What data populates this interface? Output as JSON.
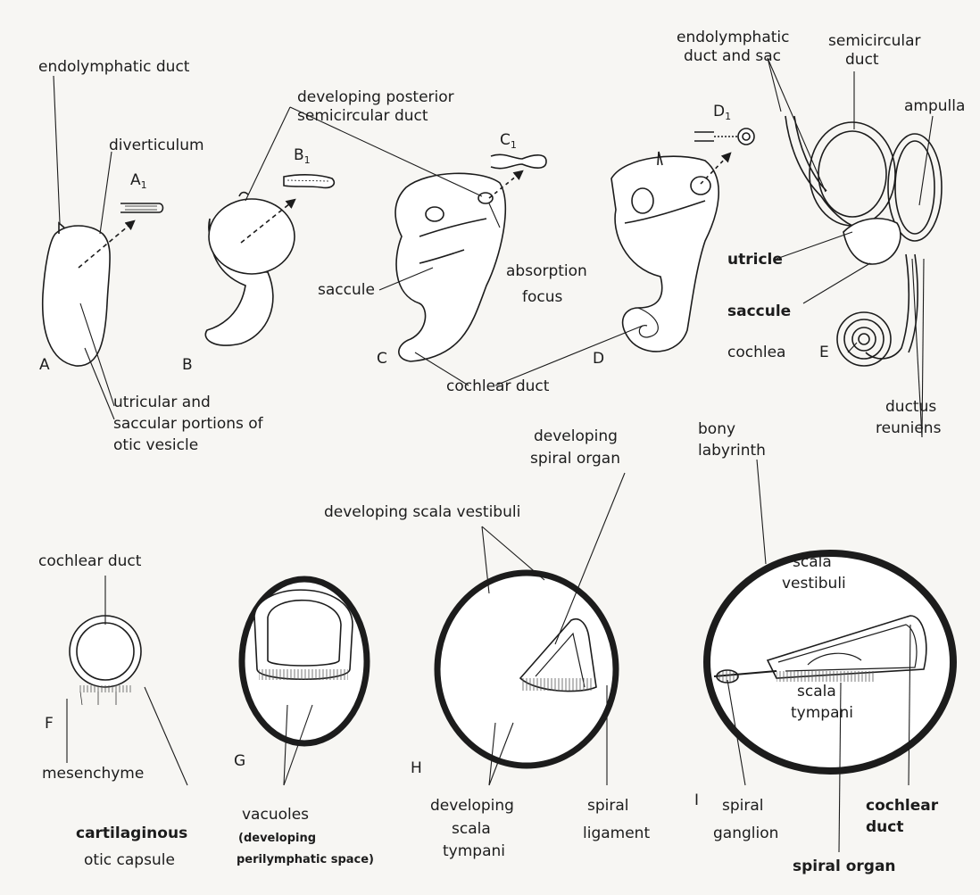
{
  "panels": {
    "A": "A",
    "A1": "A",
    "B": "B",
    "B1": "B",
    "C": "C",
    "C1": "C",
    "D": "D",
    "D1": "D",
    "E": "E",
    "F": "F",
    "G": "G",
    "H": "H",
    "I": "I",
    "sub1": "1"
  },
  "labels": {
    "endolymphatic_duct": "endolymphatic duct",
    "diverticulum": "diverticulum",
    "developing_posterior_1": "developing posterior",
    "developing_posterior_2": "semicircular duct",
    "endolymphatic_sac_1": "endolymphatic",
    "endolymphatic_sac_2": "duct and sac",
    "semicircular_duct_1": "semicircular",
    "semicircular_duct_2": "duct",
    "ampulla": "ampulla",
    "saccule_c": "saccule",
    "absorption_1": "absorption",
    "absorption_2": "focus",
    "utricle": "utricle",
    "saccule_e": "saccule",
    "cochlea": "cochlea",
    "cochlear_duct_cd": "cochlear duct",
    "utricular_1": "utricular and",
    "utricular_2": "saccular portions of",
    "utricular_3": "otic vesicle",
    "ductus_1": "ductus",
    "ductus_2": "reuniens",
    "developing_spiral_1": "developing",
    "developing_spiral_2": "spiral organ",
    "bony_1": "bony",
    "bony_2": "labyrinth",
    "scala_vestibuli_dev": "developing scala vestibuli",
    "cochlear_duct_f": "cochlear duct",
    "scala_vestibuli_1": "scala",
    "scala_vestibuli_2": "vestibuli",
    "scala_tympani_1": "scala",
    "scala_tympani_2": "tympani",
    "mesenchyme": "mesenchyme",
    "cartilaginous_1": "cartilaginous",
    "cartilaginous_2": "otic capsule",
    "vacuoles_1": "vacuoles",
    "vacuoles_2": "(developing",
    "vacuoles_3": "perilymphatic space)",
    "dev_tympani_1": "developing",
    "dev_tympani_2": "scala",
    "dev_tympani_3": "tympani",
    "spiral_ligament_1": "spiral",
    "spiral_ligament_2": "ligament",
    "spiral_ganglion_1": "spiral",
    "spiral_ganglion_2": "ganglion",
    "cochlear_duct_i_1": "cochlear",
    "cochlear_duct_i_2": "duct",
    "spiral_organ": "spiral organ"
  },
  "colors": {
    "ink": "#1c1c1c",
    "paper": "#f7f6f3",
    "fill": "#ffffff"
  }
}
